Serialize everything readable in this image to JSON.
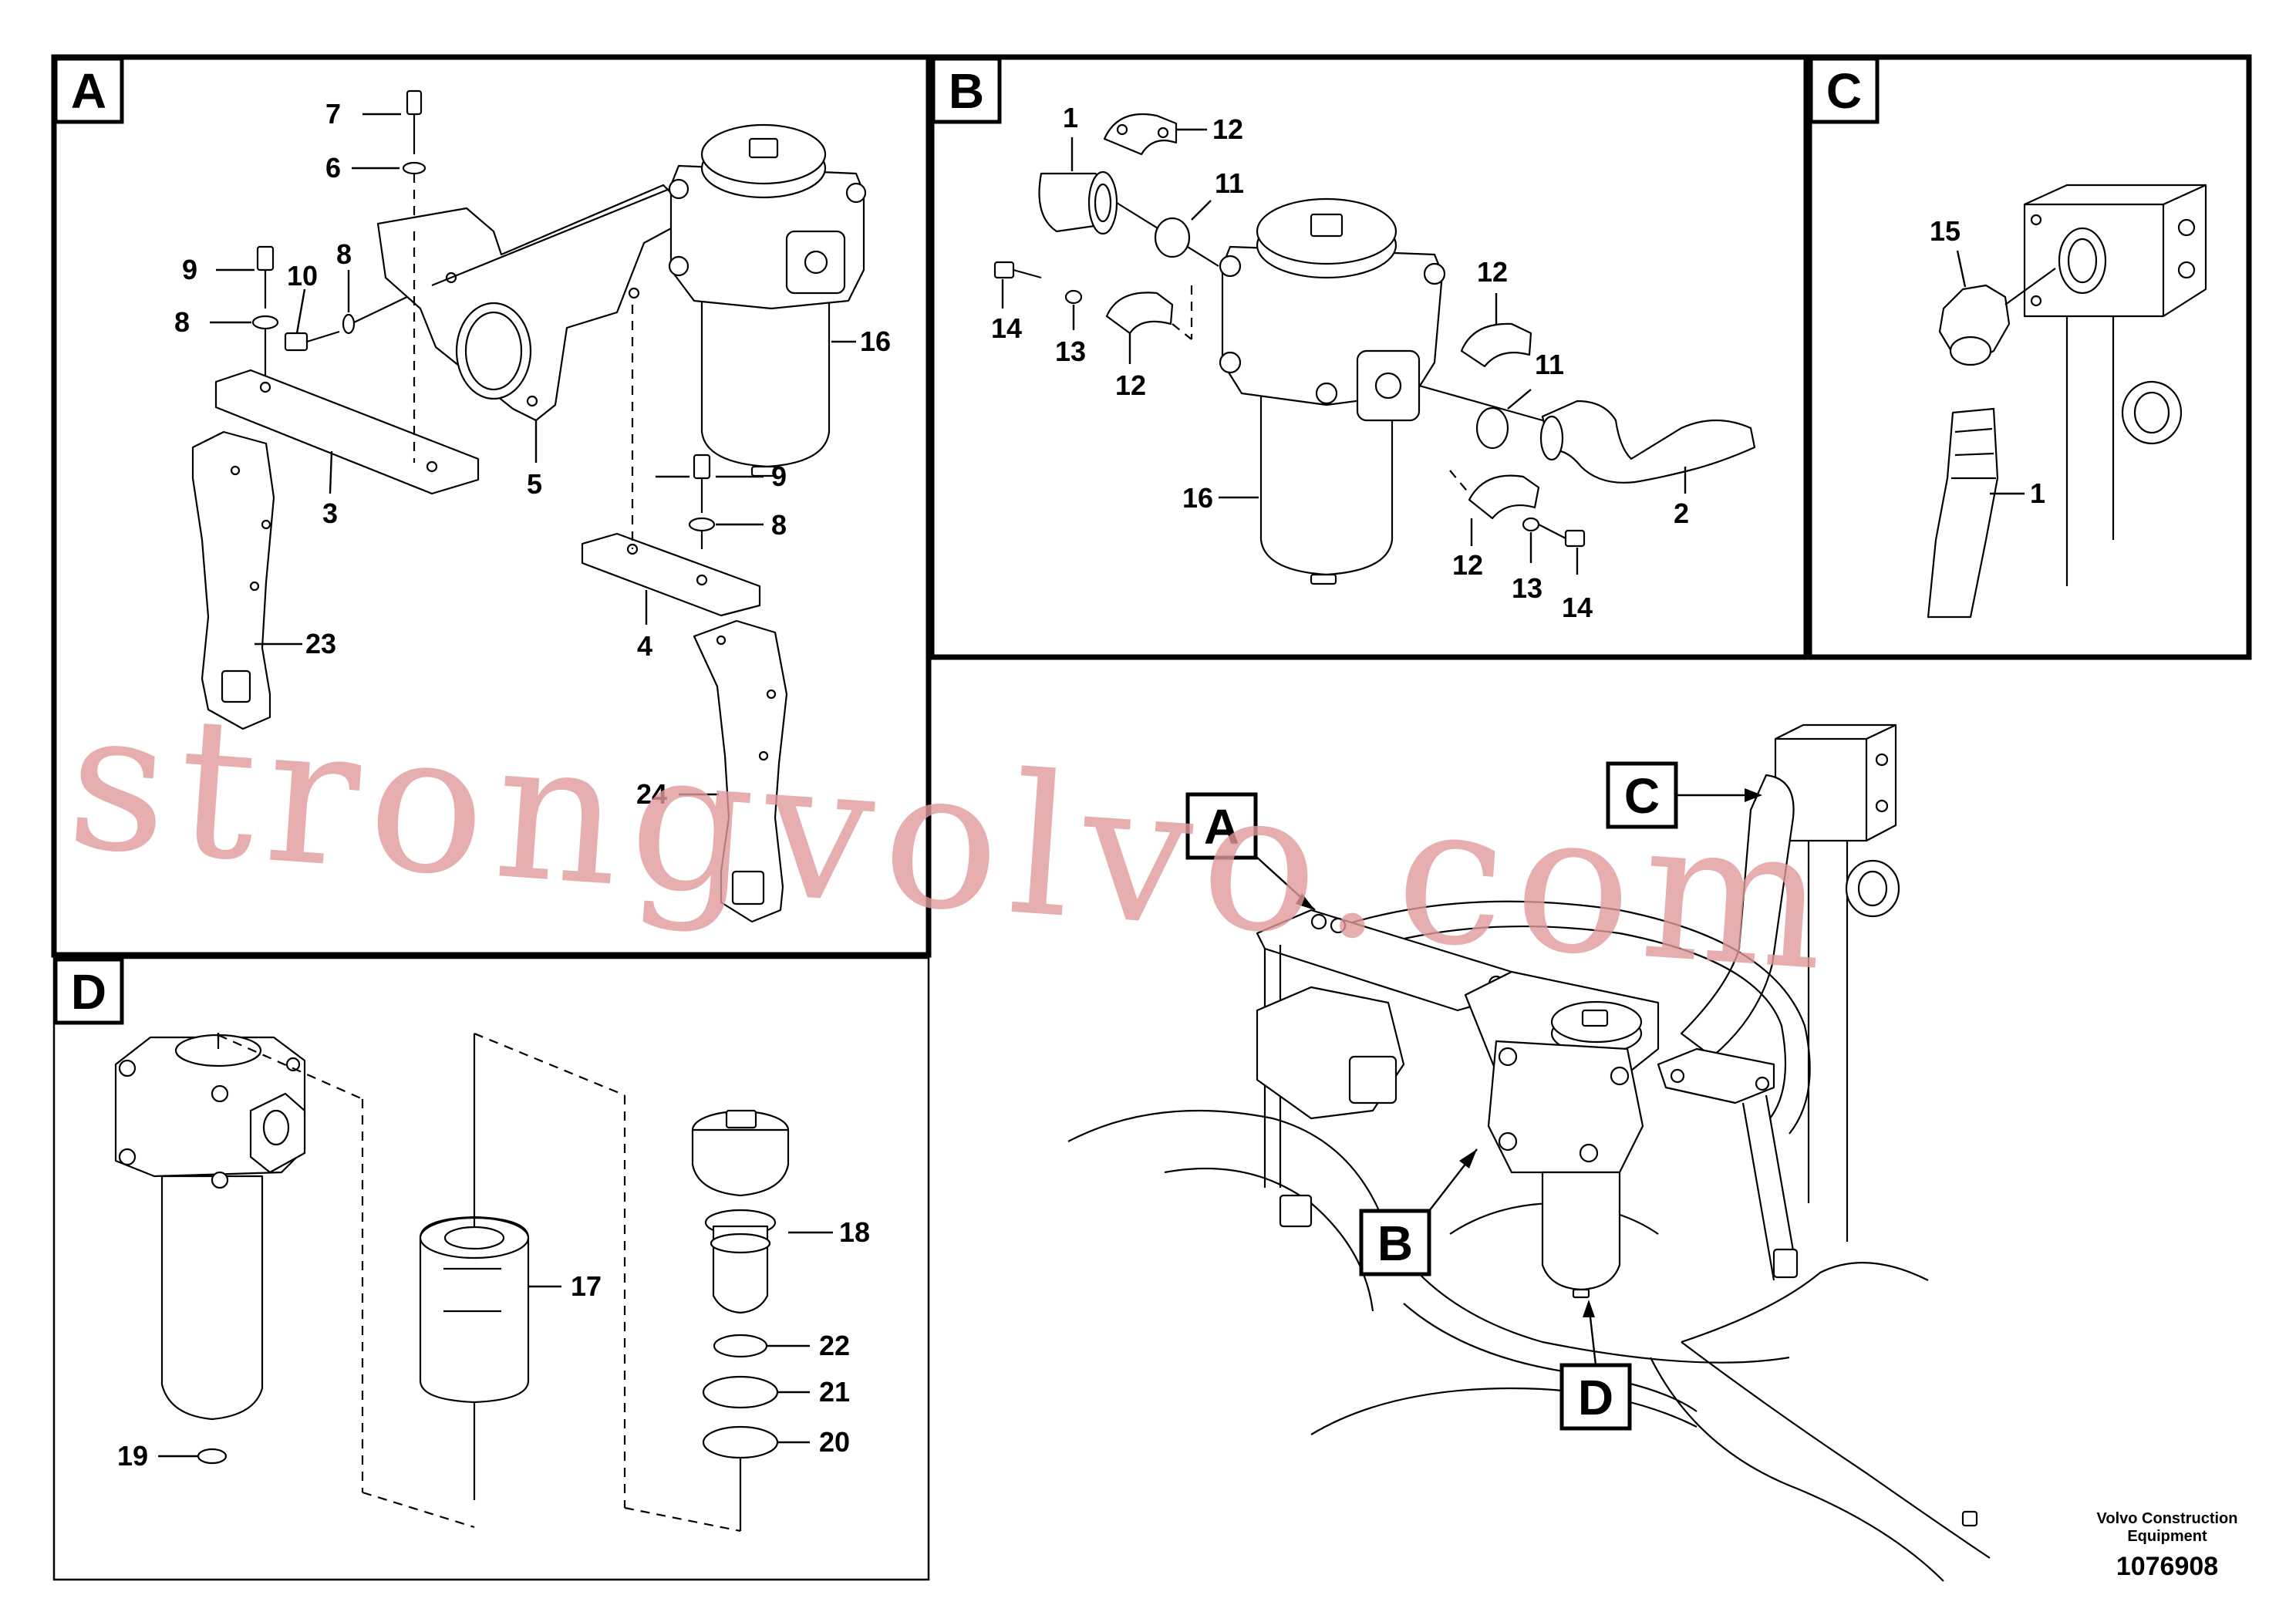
{
  "diagram": {
    "panels": [
      {
        "id": "A",
        "label": "A"
      },
      {
        "id": "B",
        "label": "B"
      },
      {
        "id": "C",
        "label": "C"
      },
      {
        "id": "D",
        "label": "D"
      }
    ],
    "panel_a_numbers": [
      "7",
      "6",
      "9",
      "10",
      "8",
      "8",
      "16",
      "3",
      "5",
      "9",
      "8",
      "23",
      "4",
      "24"
    ],
    "panel_b_numbers": [
      "1",
      "12",
      "11",
      "14",
      "13",
      "12",
      "12",
      "11",
      "16",
      "12",
      "13",
      "14",
      "2"
    ],
    "panel_c_numbers": [
      "15",
      "1"
    ],
    "panel_d_numbers": [
      "18",
      "17",
      "22",
      "21",
      "19",
      "20"
    ],
    "overview_callouts": [
      "A",
      "B",
      "C",
      "D"
    ]
  },
  "watermark": "strongvolvo.com",
  "footer": {
    "company_line1": "Volvo Construction",
    "company_line2": "Equipment",
    "drawing_number": "1076908"
  }
}
